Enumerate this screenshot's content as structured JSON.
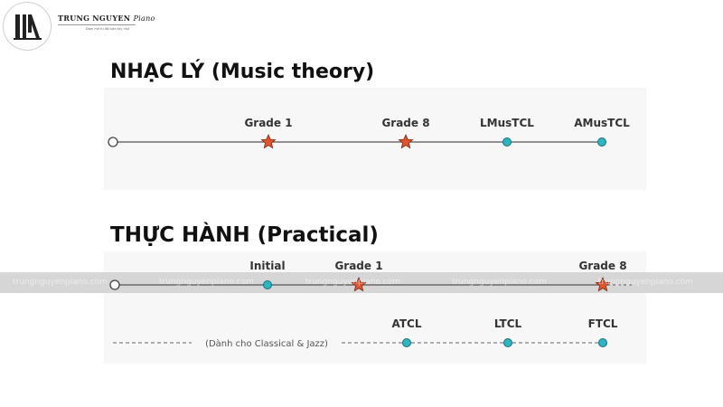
{
  "brand": {
    "name": "TRUNG NGUYEN",
    "script": "Piano",
    "tagline": "Đam mê từ đôi bàn tay nhỏ",
    "watermark": "trungnguyenpiano.com"
  },
  "theory": {
    "heading": "NHẠC LÝ (Music theory)",
    "milestones": [
      {
        "label": "Grade 1",
        "marker": "star"
      },
      {
        "label": "Grade 8",
        "marker": "star"
      },
      {
        "label": "LMusTCL",
        "marker": "dot"
      },
      {
        "label": "AMusTCL",
        "marker": "dot"
      }
    ]
  },
  "practical": {
    "heading": "THỰC HÀNH (Practical)",
    "milestones": [
      {
        "label": "Initial",
        "marker": "dot"
      },
      {
        "label": "Grade 1",
        "marker": "star"
      },
      {
        "label": "Grade 8",
        "marker": "star"
      }
    ],
    "diploma_note": "(Dành cho Classical & Jazz)",
    "diplomas": [
      {
        "label": "ATCL",
        "marker": "dot"
      },
      {
        "label": "LTCL",
        "marker": "dot"
      },
      {
        "label": "FTCL",
        "marker": "dot"
      }
    ]
  },
  "colors": {
    "star": "#e0552b",
    "dot": "#2bb6c4",
    "line": "#555555",
    "band": "#d6d6d6"
  }
}
